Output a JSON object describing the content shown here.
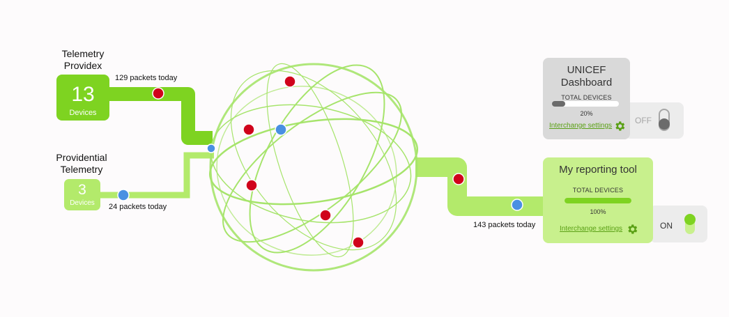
{
  "sources": [
    {
      "title_line1": "Telemetry",
      "title_line2": "Providex",
      "count": "13",
      "unit": "Devices",
      "packets": "129 packets today"
    },
    {
      "title_line1": "Providential",
      "title_line2": "Telemetry",
      "count": "3",
      "unit": "Devices",
      "packets": "24 packets today"
    }
  ],
  "output_flow": {
    "packets": "143 packets today"
  },
  "destinations": [
    {
      "title_line1": "UNICEF",
      "title_line2": "Dashboard",
      "total_label": "TOTAL DEVICES",
      "percent": "20%",
      "progress": 0.2,
      "settings_link": "Interchange settings",
      "toggle_label": "OFF",
      "enabled": false
    },
    {
      "title_line1": "My reporting tool",
      "total_label": "TOTAL DEVICES",
      "percent": "100%",
      "progress": 1.0,
      "settings_link": "Interchange settings",
      "toggle_label": "ON",
      "enabled": true
    }
  ],
  "colors": {
    "dark_green": "#7ed321",
    "light_green": "#b3ea6b",
    "pale_green": "#c8f08d",
    "sphere_line": "#a6e46b",
    "packet_red": "#d0021b",
    "packet_blue": "#4a90e2",
    "gear_green": "#5aa015",
    "grey_card": "#d9d9d9",
    "grey_bar": "#6b6b6b"
  }
}
